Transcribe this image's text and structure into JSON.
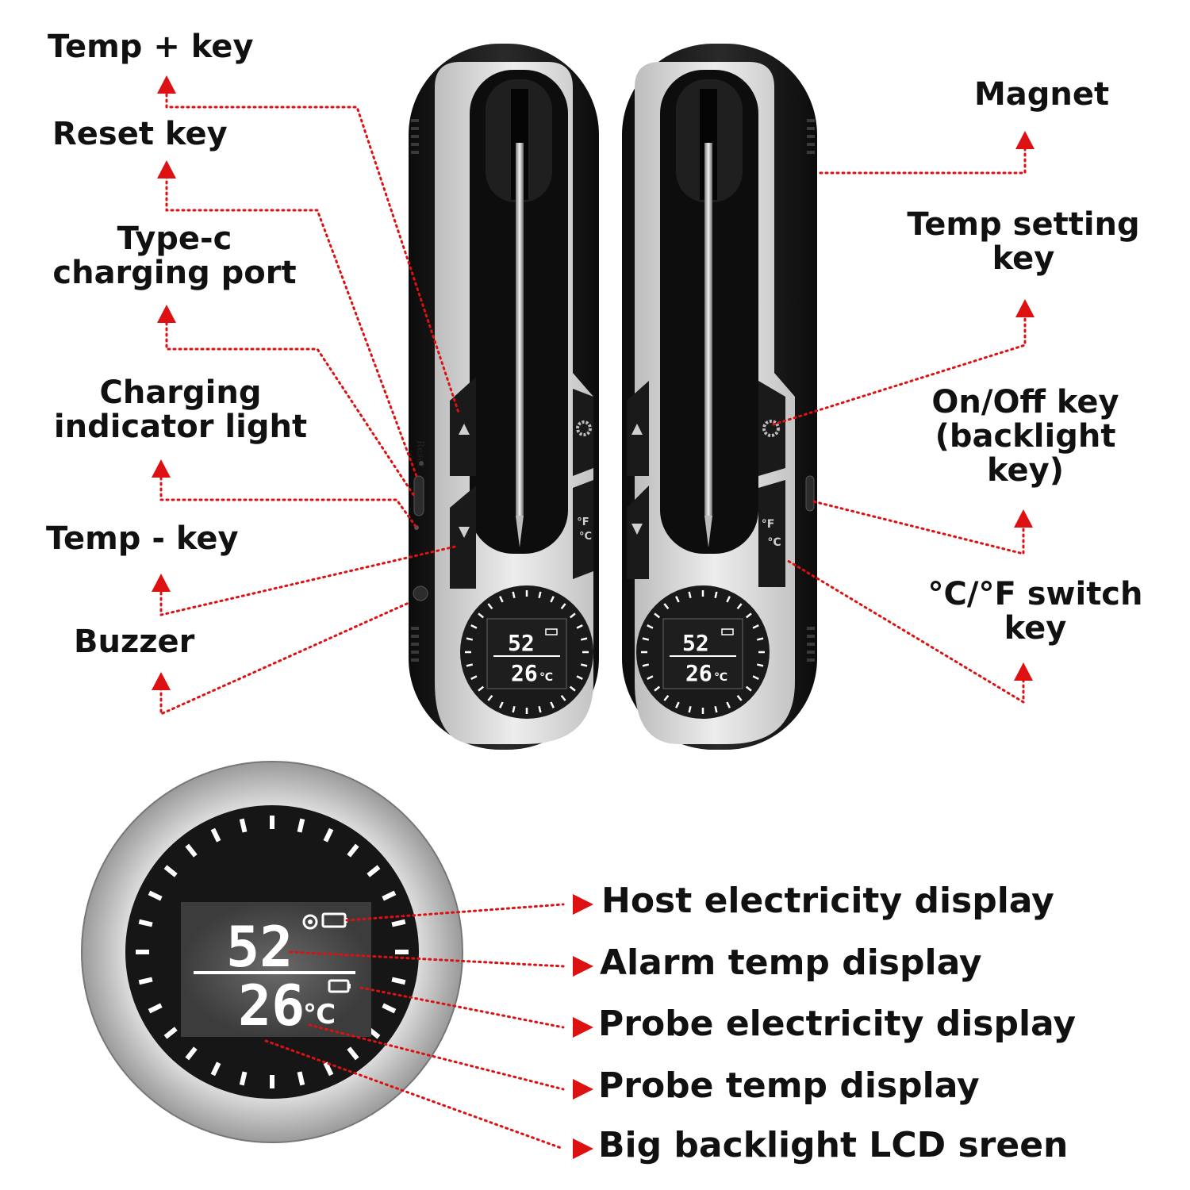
{
  "labels": {
    "temp_plus_key": "Temp + key",
    "reset_key": "Reset key",
    "type_c_port": [
      "Type-c",
      "charging port"
    ],
    "charging_indicator": [
      "Charging",
      "indicator light"
    ],
    "temp_minus_key": "Temp - key",
    "buzzer": "Buzzer",
    "magnet": "Magnet",
    "temp_setting_key": [
      "Temp setting",
      "key"
    ],
    "on_off_key": [
      "On/Off key",
      "(backlight",
      "key)"
    ],
    "cf_switch_key": [
      "°C/°F switch",
      "key"
    ]
  },
  "display_callouts": [
    "Host electricity display",
    "Alarm temp display",
    "Probe electricity display",
    "Probe temp display",
    "Big backlight LCD sreen"
  ],
  "device": {
    "reset_text": "Reset",
    "cf_glyph_f": "°F",
    "cf_glyph_c": "°C",
    "alarm_temp": "52",
    "probe_temp": "26",
    "temp_unit": "℃"
  },
  "colors": {
    "callout_red": "#dd1111",
    "body_black": "#151515",
    "body_grey": "#d8d8d8",
    "lcd_bg": "#5a5a5a"
  },
  "icons": [
    "up-arrow-icon",
    "down-arrow-icon",
    "gear-icon",
    "wifi-icon",
    "battery-icon"
  ]
}
